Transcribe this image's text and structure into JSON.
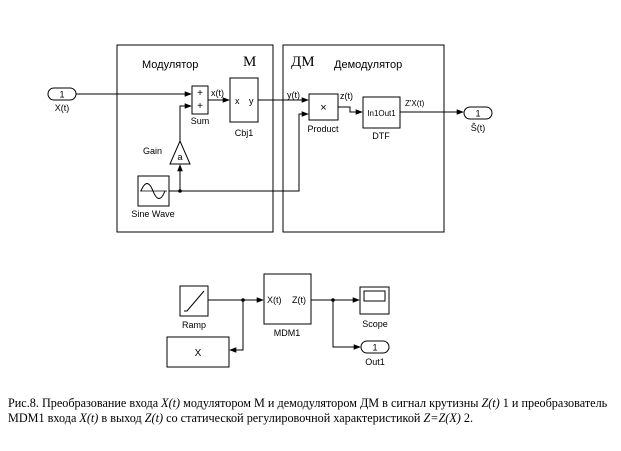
{
  "modulator": {
    "title": "Модулятор",
    "letter": "М"
  },
  "demodulator": {
    "title": "Демодулятор",
    "letter": "ДМ"
  },
  "blocks": {
    "in1": {
      "port": "1",
      "label": "X(t)"
    },
    "sum": {
      "label": "Sum",
      "plus1": "+",
      "plus2": "+",
      "out": "x(t)"
    },
    "gain": {
      "label": "Gain",
      "value": "a"
    },
    "sine": {
      "label": "Sine Wave"
    },
    "cbj1": {
      "label": "Cbj1",
      "in": "x",
      "out": "y"
    },
    "product": {
      "label": "Product",
      "symbol": "×"
    },
    "dtf": {
      "label": "DTF",
      "text": "In1Out1"
    },
    "out1": {
      "port": "1",
      "label": "Ŝ(t)"
    },
    "ramp": {
      "label": "Ramp"
    },
    "xblock": {
      "text": "X"
    },
    "mdm1": {
      "label": "MDM1",
      "in": "X(t)",
      "out": "Z(t)"
    },
    "scope": {
      "label": "Scope"
    },
    "out1b": {
      "port": "1",
      "label": "Out1"
    }
  },
  "signals": {
    "y": "y(t)",
    "z": "z(t)",
    "zx": "Z'X(t)"
  },
  "caption": {
    "p1": "Рис.8. Преобразование входа ",
    "v1": "X(t)",
    "p2": " модулятором М и демодулятором ДМ в сигнал крутизны ",
    "v2": "Z(t)",
    "p3": " 1 и преобразователь MDM1 входа ",
    "v3": "X(t)",
    "p4": " в выход ",
    "v4": "Z(t)",
    "p5": " со статической регулировочной характеристикой ",
    "v5": "Z=Z(X)",
    "p6": " 2."
  }
}
